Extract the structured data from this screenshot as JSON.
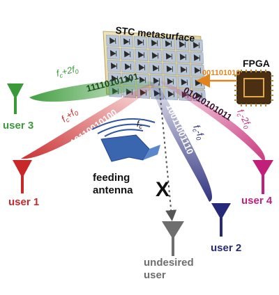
{
  "metasurface": {
    "title": "STC metasurface"
  },
  "fpga": {
    "label": "FPGA",
    "code": "001101010"
  },
  "feed": {
    "label_line1": "feeding",
    "label_line2": "antenna",
    "freq": "f",
    "freq_sub": "c"
  },
  "blocked_mark": "X",
  "beams": [
    {
      "id": "user3",
      "code": "11110101101",
      "freq_main": "f",
      "freq_sub": "c",
      "freq_rest": "+2f",
      "freq_sub2": "0",
      "color": "#3a9a3a"
    },
    {
      "id": "user1",
      "code": "10110010100",
      "freq_main": "f",
      "freq_sub": "c",
      "freq_rest": "+f",
      "freq_sub2": "0",
      "color": "#c8282a"
    },
    {
      "id": "user2",
      "code": "10011001110",
      "freq_main": "f",
      "freq_sub": "c",
      "freq_rest": "-f",
      "freq_sub2": "0",
      "color": "#262a78"
    },
    {
      "id": "user4",
      "code": "01010101011",
      "freq_main": "f",
      "freq_sub": "c",
      "freq_rest": "-2f",
      "freq_sub2": "0",
      "color": "#c8327a"
    }
  ],
  "users": [
    {
      "id": "user3",
      "label": "user 3",
      "color": "#3a9a3a"
    },
    {
      "id": "user1",
      "label": "user 1",
      "color": "#c8282a"
    },
    {
      "id": "user2",
      "label": "user 2",
      "color": "#262a78"
    },
    {
      "id": "user4",
      "label": "user 4",
      "color": "#c0207a"
    },
    {
      "id": "undesired",
      "label_line1": "undesired",
      "label_line2": "user",
      "color": "#6e6e6e"
    }
  ],
  "colors": {
    "fpga_arrow": "#e0841e",
    "panel": "#e8d9a8",
    "cell": "#b8c6d6"
  }
}
